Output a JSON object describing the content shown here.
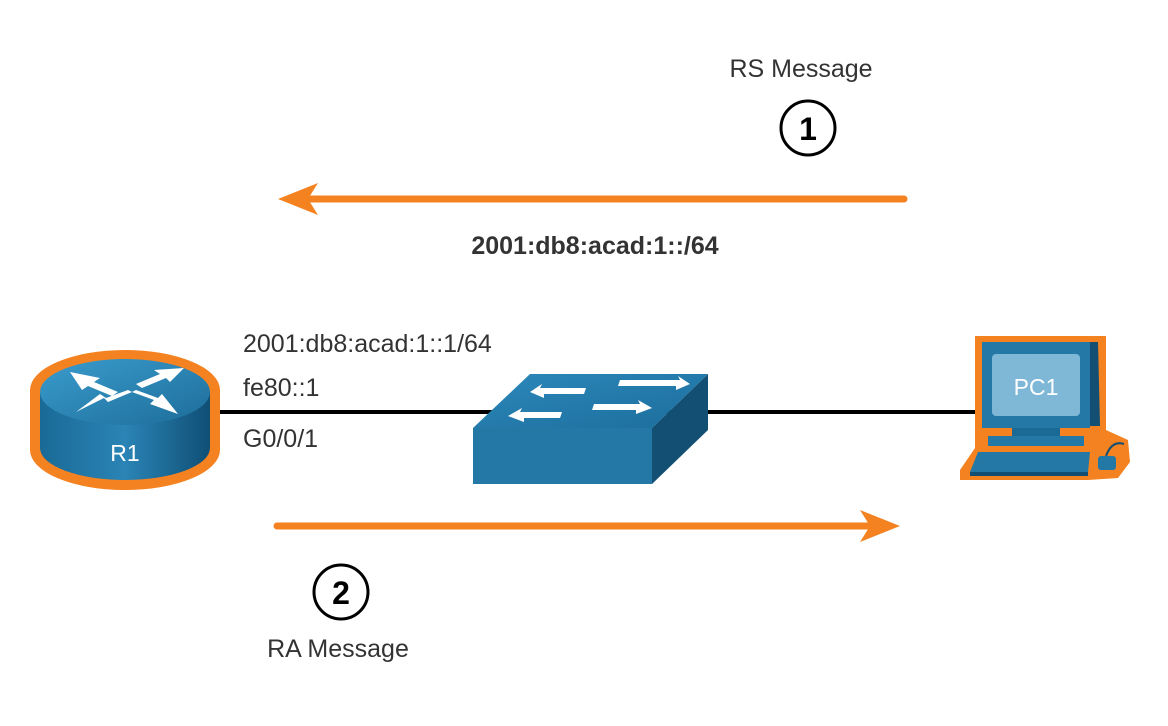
{
  "colors": {
    "arrow": "#f58220",
    "device_fill": "#2378a6",
    "device_dark": "#0d4f75",
    "highlight": "#f58220",
    "link": "#000000",
    "text": "#333333"
  },
  "messages": {
    "rs": {
      "label": "RS Message",
      "step": "1",
      "prefix": "2001:db8:acad:1::/64"
    },
    "ra": {
      "label": "RA Message",
      "step": "2"
    }
  },
  "router": {
    "name": "R1",
    "icon": "router-icon",
    "interface_addresses": [
      "2001:db8:acad:1::1/64",
      "fe80::1",
      "G0/0/1"
    ]
  },
  "switch": {
    "icon": "switch-icon"
  },
  "pc": {
    "name": "PC1",
    "icon": "pc-icon"
  }
}
